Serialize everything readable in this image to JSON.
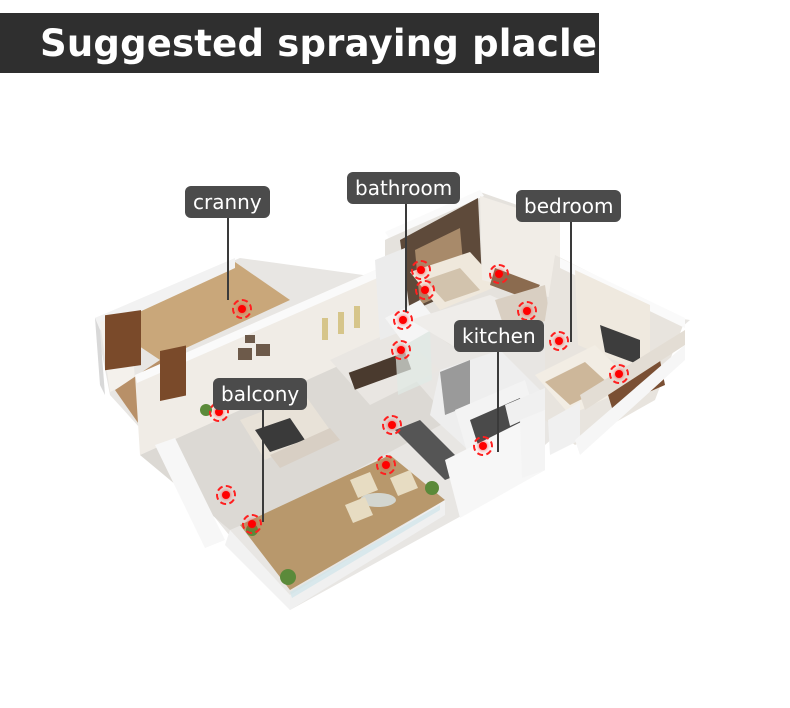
{
  "title": "Suggested spraying placles",
  "labels": {
    "cranny": "cranny",
    "bathroom": "bathroom",
    "bedroom": "bedroom",
    "kitchen": "kitchen",
    "balcony": "balcony"
  },
  "colors": {
    "banner_bg": "#2f2f2f",
    "label_bg": "#4b4b4b",
    "spray_marker": "#ff0000"
  },
  "spray_marker_count": 15
}
